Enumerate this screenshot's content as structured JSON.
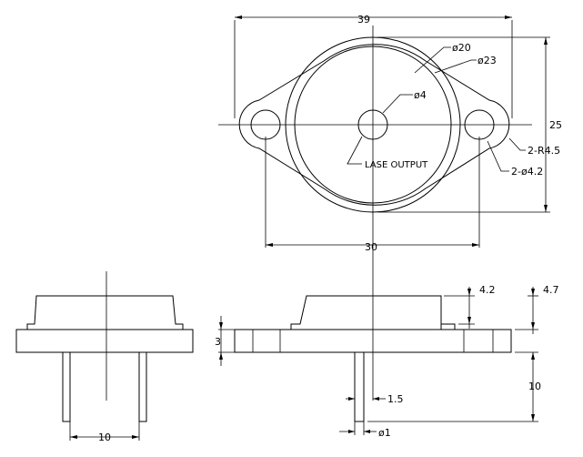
{
  "dimensions": {
    "overall_width": "39",
    "height": "25",
    "inner_diameter": "ø20",
    "outer_diameter": "ø23",
    "center_hole": "ø4",
    "hole_spacing": "30",
    "corner_radius": "2-R4.5",
    "mount_holes": "2-ø4.2",
    "flange_thickness": "3",
    "cap_height_a": "4.2",
    "cap_height_b": "4.7",
    "pin_length": "10",
    "pin_offset": "1.5",
    "pin_diameter": "ø1",
    "pin_spacing": "10"
  },
  "labels": {
    "output": "LASE OUTPUT"
  }
}
